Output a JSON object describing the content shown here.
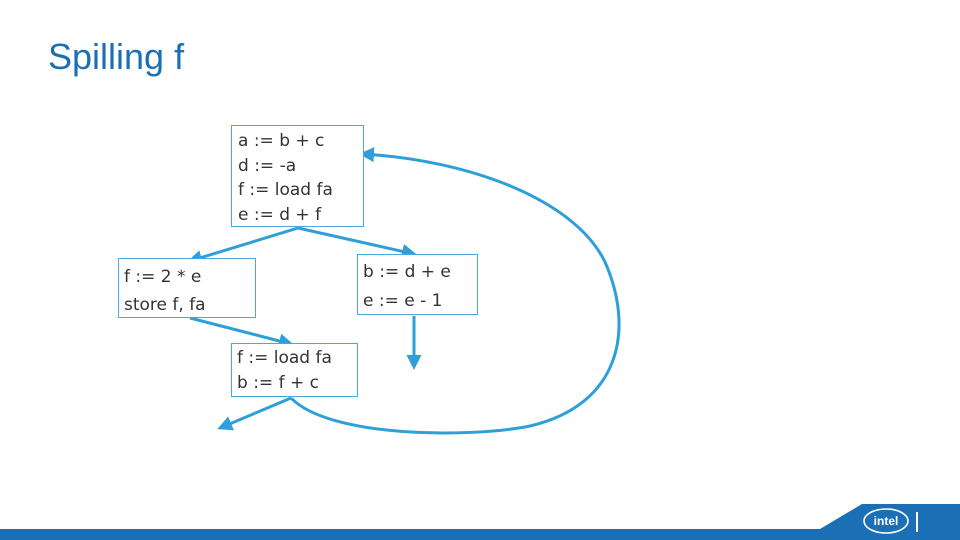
{
  "slide": {
    "title": "Spilling f"
  },
  "blocks": {
    "entry": [
      "a := b + c",
      "d := -a",
      "f := load fa",
      "e := d + f"
    ],
    "left": [
      "f := 2 * e",
      "store f, fa"
    ],
    "right": [
      "b := d + e",
      "e := e - 1"
    ],
    "join": [
      "f := load fa",
      "b := f + c"
    ]
  },
  "colors": {
    "accent": "#1a6fb5",
    "edge": "#2e9fd9",
    "block_border": "#4aa8df"
  },
  "logo": {
    "text": "intel",
    "icon": "intel-logo-icon"
  }
}
